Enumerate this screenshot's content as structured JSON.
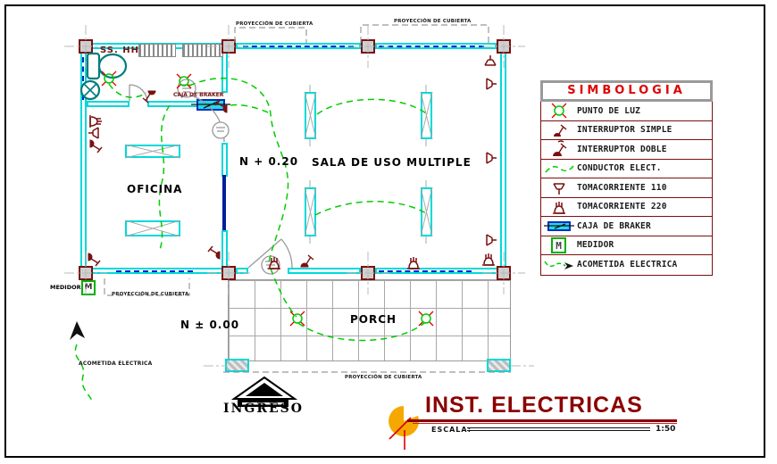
{
  "legend": {
    "title": "SIMBOLOGIA",
    "rows": [
      {
        "symbol": "punto-de-luz",
        "label": "PUNTO DE LUZ"
      },
      {
        "symbol": "interruptor-simple",
        "label": "INTERRUPTOR SIMPLE"
      },
      {
        "symbol": "interruptor-doble",
        "label": "INTERRUPTOR DOBLE"
      },
      {
        "symbol": "conductor-electrico",
        "label": "CONDUCTOR ELECT."
      },
      {
        "symbol": "tomacorriente-110",
        "label": "TOMACORRIENTE 110"
      },
      {
        "symbol": "tomacorriente-220",
        "label": "TOMACORRIENTE 220"
      },
      {
        "symbol": "caja-de-braker",
        "label": "CAJA DE BRAKER"
      },
      {
        "symbol": "medidor",
        "label": "MEDIDOR"
      },
      {
        "symbol": "acometida-electrica",
        "label": "ACOMETIDA ELECTRICA"
      }
    ]
  },
  "plan": {
    "rooms": {
      "bathroom": "SS. HH",
      "office": "OFICINA",
      "hall": "SALA DE USO MULTIPLE",
      "porch": "PORCH"
    },
    "levels": {
      "hall": "N + 0.20",
      "porch": "N ± 0.00"
    },
    "annotations": {
      "caja_de_braker": "CAJA DE BRAKER",
      "medidor": "MEDIDOR",
      "medidor_letter": "M",
      "acometida": "ACOMETIDA ELECTRICA",
      "proyeccion": "PROYECCIÓN DE CUBIERTA",
      "ingreso": "INGRESO"
    }
  },
  "titleblock": {
    "title": "INST. ELECTRICAS",
    "scale_label": "ESCALA:",
    "scale_value": "1:50"
  },
  "colors": {
    "wall_cyan": "#00d9d9",
    "electric_darkred": "#7a1010",
    "conductor_green": "#00cc00",
    "window_blue": "#0026cc",
    "legend_red": "#e00000",
    "title_red": "#8b0000",
    "logo_orange": "#f5a800",
    "fixture_teal": "#007d7d"
  }
}
